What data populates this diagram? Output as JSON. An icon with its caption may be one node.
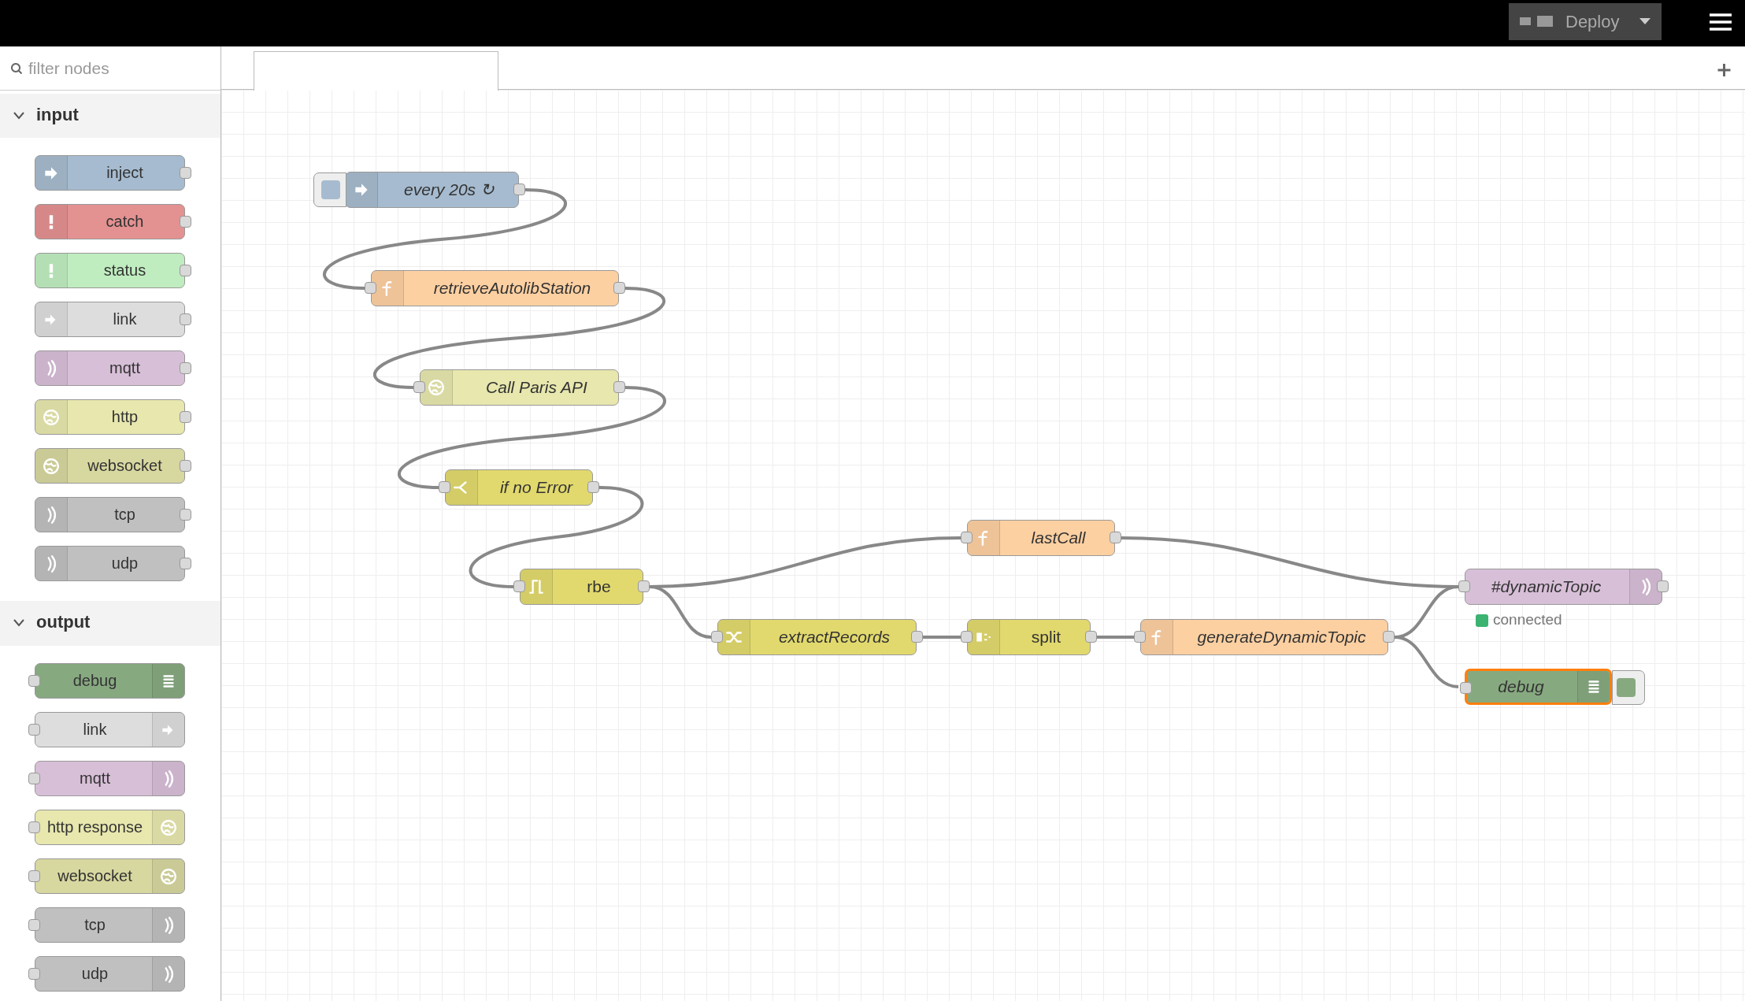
{
  "diagram": {
    "nodes": [
      {
        "text": [
          "inject"
        ]
      },
      {
        "text": [
          "catch"
        ]
      },
      {
        "text": [
          "status"
        ]
      },
      {
        "text": [
          "link"
        ]
      },
      {
        "text": [
          "mqtt"
        ]
      },
      {
        "text": [
          "http"
        ]
      },
      {
        "text": [
          "websocket"
        ]
      },
      {
        "text": [
          "tcp"
        ]
      },
      {
        "text": [
          "udp"
        ]
      },
      {
        "text": [
          "debug"
        ]
      },
      {
        "text": [
          "link"
        ]
      },
      {
        "text": [
          "mqtt"
        ]
      },
      {
        "text": [
          "http response"
        ]
      },
      {
        "text": [
          "websocket"
        ]
      },
      {
        "text": [
          "tcp"
        ]
      },
      {
        "text": [
          "udp"
        ]
      },
      {
        "text": [
          "every 20s ↻"
        ]
      },
      {
        "text": [
          "retrieveAutolibStation"
        ]
      },
      {
        "text": [
          "Call Paris API"
        ]
      },
      {
        "text": [
          "if no Error"
        ]
      },
      {
        "text": [
          "rbe"
        ]
      },
      {
        "text": [
          "lastCall"
        ]
      },
      {
        "text": [
          "extractRecords"
        ]
      },
      {
        "text": [
          "split"
        ]
      },
      {
        "text": [
          "generateDynamicTopic"
        ]
      },
      {
        "text": [
          "#dynamicTopic"
        ],
        "beside": [
          "connected"
        ]
      },
      {
        "text": [
          "debug"
        ]
      }
    ],
    "edges": [
      {
        "from": 16,
        "to": 17,
        "arrow": "none"
      },
      {
        "from": 17,
        "to": 18,
        "arrow": "none"
      },
      {
        "from": 18,
        "to": 19,
        "arrow": "none"
      },
      {
        "from": 19,
        "to": 20,
        "arrow": "none"
      },
      {
        "from": 20,
        "to": 21,
        "arrow": "none"
      },
      {
        "from": 20,
        "to": 22,
        "arrow": "none"
      },
      {
        "from": 22,
        "to": 23,
        "arrow": "none"
      },
      {
        "from": 23,
        "to": 24,
        "arrow": "none"
      },
      {
        "from": 21,
        "to": 25,
        "arrow": "none"
      },
      {
        "from": 24,
        "to": 25,
        "arrow": "none"
      },
      {
        "from": 24,
        "to": 26,
        "arrow": "none"
      }
    ],
    "labels": [
      "Deploy",
      "filter nodes",
      "input",
      "output"
    ]
  }
}
